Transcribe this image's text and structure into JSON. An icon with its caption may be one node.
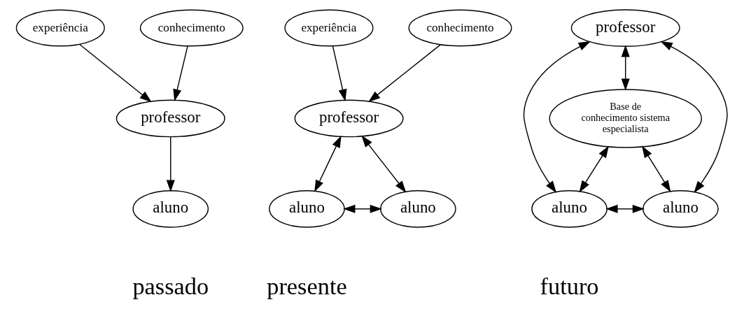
{
  "diagram": {
    "nodes": [
      {
        "text": [
          "experiência"
        ]
      },
      {
        "text": [
          "conhecimento"
        ]
      },
      {
        "text": [
          "professor"
        ]
      },
      {
        "text": [
          "aluno"
        ]
      },
      {
        "text": [
          "experiência"
        ]
      },
      {
        "text": [
          "conhecimento"
        ]
      },
      {
        "text": [
          "professor"
        ]
      },
      {
        "text": [
          "aluno"
        ]
      },
      {
        "text": [
          "aluno"
        ]
      },
      {
        "text": [
          "professor"
        ]
      },
      {
        "text": [
          "Base de conhecimento sistema especialista"
        ]
      },
      {
        "text": [
          "aluno"
        ]
      },
      {
        "text": [
          "aluno"
        ]
      }
    ],
    "edges": [
      {
        "from": 0,
        "to": 2,
        "arrow": "to"
      },
      {
        "from": 1,
        "to": 2,
        "arrow": "to"
      },
      {
        "from": 2,
        "to": 3,
        "arrow": "to"
      },
      {
        "from": 4,
        "to": 6,
        "arrow": "to"
      },
      {
        "from": 5,
        "to": 6,
        "arrow": "to"
      },
      {
        "from": 6,
        "to": 7,
        "arrow": "both"
      },
      {
        "from": 6,
        "to": 8,
        "arrow": "both"
      },
      {
        "from": 7,
        "to": 8,
        "arrow": "both"
      },
      {
        "from": 9,
        "to": 11,
        "arrow": "both"
      },
      {
        "from": 9,
        "to": 10,
        "arrow": "both"
      },
      {
        "from": 9,
        "to": 12,
        "arrow": "both"
      },
      {
        "from": 10,
        "to": 11,
        "arrow": "both"
      },
      {
        "from": 10,
        "to": 12,
        "arrow": "both"
      },
      {
        "from": 11,
        "to": 12,
        "arrow": "both"
      }
    ],
    "labels": [
      "passado",
      "presente",
      "futuro"
    ]
  }
}
